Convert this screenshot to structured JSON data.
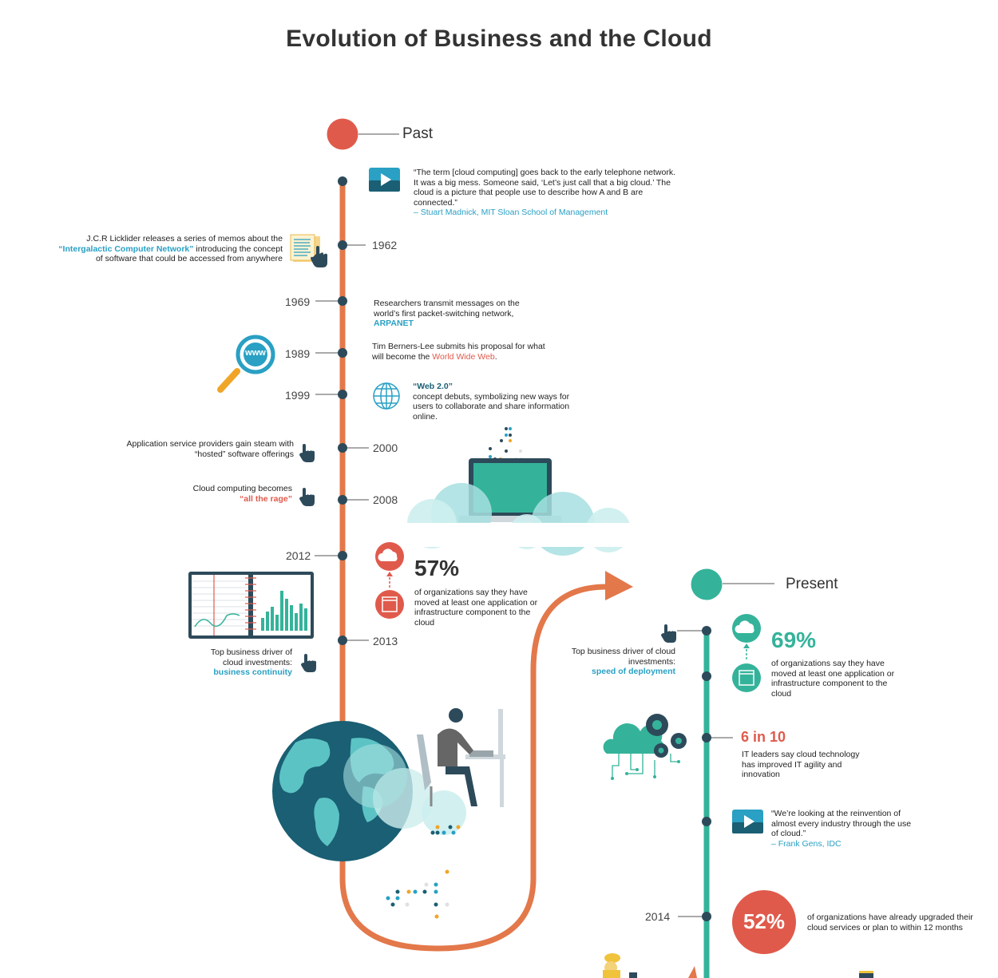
{
  "title": "Evolution of Business and the Cloud",
  "past": {
    "label": "Past",
    "quote": {
      "text": "“The term [cloud computing] goes back to the early telephone network. It was a big mess. Someone said, ‘Let’s just call that a big cloud.’ The cloud is a picture that people use to describe how A and B are connected.”",
      "author": "– Stuart Madnick, MIT Sloan School of Management"
    },
    "events": [
      {
        "year": "1962",
        "pre": "J.C.R Licklider releases a series of memos about the",
        "highlight": "“Intergalactic Computer Network”",
        "post": "introducing the concept of software that could be accessed from anywhere"
      },
      {
        "year": "1969",
        "pre": "Researchers transmit messages on the world’s first packet-switching network,",
        "highlight": "ARPANET"
      },
      {
        "year": "1989",
        "pre": "Tim Berners-Lee submits his proposal for what will become the",
        "highlight": "World Wide Web",
        "post": "."
      },
      {
        "year": "1999",
        "highlight": "“Web 2.0”",
        "post": "concept debuts, symbolizing new ways for users to collaborate and share information online."
      },
      {
        "year": "2000",
        "pre": "Application service providers gain steam with “hosted” software offerings"
      },
      {
        "year": "2008",
        "pre": "Cloud computing becomes",
        "highlight": "“all the rage”"
      },
      {
        "year": "2012",
        "stat": "57%",
        "post": "of organizations say they have moved at least one application or infrastructure component to the cloud"
      },
      {
        "year": "2013",
        "pre": "Top business driver of cloud investments:",
        "highlight": "business continuity"
      }
    ],
    "www_label": "www"
  },
  "present": {
    "label": "Present",
    "driver": {
      "pre": "Top business driver of cloud investments:",
      "highlight": "speed of deployment"
    },
    "stat69": {
      "value": "69%",
      "text": "of organizations say they have moved at least one application or infrastructure component to the cloud"
    },
    "stat610": {
      "value": "6 in 10",
      "text": "IT leaders say cloud technology has improved IT agility and innovation"
    },
    "quote": {
      "text": "“We’re looking at the reinvention of almost every industry through the use of cloud.”",
      "author": "– Frank Gens, IDC"
    },
    "stat52": {
      "year": "2014",
      "value": "52%",
      "text": "of organizations have already upgraded their cloud services or plan to within 12 months"
    }
  },
  "colors": {
    "orange": "#e3784a",
    "teal": "#34b39a",
    "red": "#e05a4c",
    "navy": "#2d4a5a",
    "blue": "#29a0c4",
    "darkteal": "#1a5f73"
  }
}
